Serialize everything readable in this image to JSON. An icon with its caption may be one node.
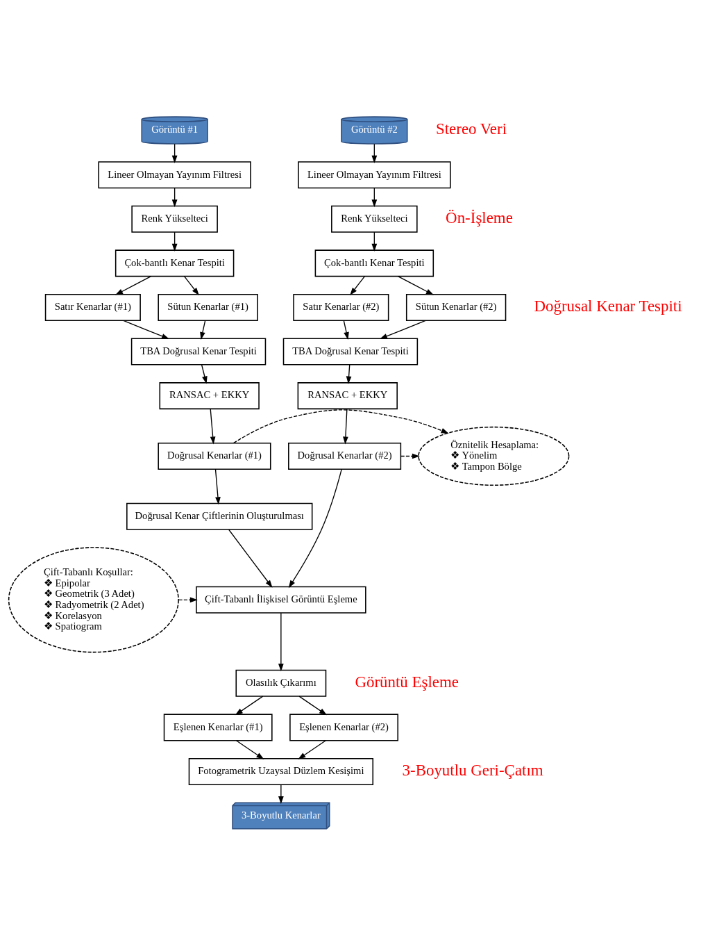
{
  "diagram": {
    "nodes": [
      {
        "text": [
          "Görüntü #1"
        ]
      },
      {
        "text": [
          "Görüntü #2"
        ]
      },
      {
        "text": [
          "Lineer Olmayan Yayınım Filtresi"
        ]
      },
      {
        "text": [
          "Renk Yükselteci"
        ]
      },
      {
        "text": [
          "Çok-bantlı Kenar Tespiti"
        ]
      },
      {
        "text": [
          "Satır Kenarlar (#1)"
        ]
      },
      {
        "text": [
          "Sütun Kenarlar (#1)"
        ]
      },
      {
        "text": [
          "TBA Doğrusal Kenar Tespiti"
        ]
      },
      {
        "text": [
          "RANSAC + EKKY"
        ]
      },
      {
        "text": [
          "Doğrusal Kenarlar (#1)"
        ]
      },
      {
        "text": [
          "Lineer Olmayan Yayınım Filtresi"
        ]
      },
      {
        "text": [
          "Renk Yükselteci"
        ]
      },
      {
        "text": [
          "Çok-bantlı Kenar Tespiti"
        ]
      },
      {
        "text": [
          "Satır Kenarlar (#2)"
        ]
      },
      {
        "text": [
          "Sütun Kenarlar (#2)"
        ]
      },
      {
        "text": [
          "TBA Doğrusal Kenar Tespiti"
        ]
      },
      {
        "text": [
          "RANSAC + EKKY"
        ]
      },
      {
        "text": [
          "Doğrusal Kenarlar (#2)"
        ]
      },
      {
        "text": [
          "Öznitelik Hesaplama:",
          "❖ Yönelim",
          "❖ Tampon Bölge"
        ]
      },
      {
        "text": [
          "Doğrusal Kenar Çiftlerinin Oluşturulması"
        ]
      },
      {
        "text": [
          "Çift-Tabanlı Koşullar:",
          "❖ Epipolar",
          "❖ Geometrik (3 Adet)",
          "❖ Radyometrik (2 Adet)",
          "❖ Korelasyon",
          "❖ Spatiogram"
        ]
      },
      {
        "text": [
          "Çift-Tabanlı İlişkisel Görüntü Eşleme"
        ]
      },
      {
        "text": [
          "Olasılık Çıkarımı"
        ]
      },
      {
        "text": [
          "Eşlenen Kenarlar (#1)"
        ]
      },
      {
        "text": [
          "Eşlenen Kenarlar (#2)"
        ]
      },
      {
        "text": [
          "Fotogrametrik Uzaysal Düzlem Kesişimi"
        ]
      },
      {
        "text": [
          "3-Boyutlu Kenarlar"
        ]
      }
    ],
    "edges": [
      {
        "from": 0,
        "to": 2,
        "arrow": "to"
      },
      {
        "from": 2,
        "to": 3,
        "arrow": "to"
      },
      {
        "from": 3,
        "to": 4,
        "arrow": "to"
      },
      {
        "from": 4,
        "to": 5,
        "arrow": "to"
      },
      {
        "from": 4,
        "to": 6,
        "arrow": "to"
      },
      {
        "from": 5,
        "to": 7,
        "arrow": "to"
      },
      {
        "from": 6,
        "to": 7,
        "arrow": "to"
      },
      {
        "from": 7,
        "to": 8,
        "arrow": "to"
      },
      {
        "from": 8,
        "to": 9,
        "arrow": "to"
      },
      {
        "from": 9,
        "to": 18,
        "arrow": "to",
        "style": "dashed"
      },
      {
        "from": 1,
        "to": 10,
        "arrow": "to"
      },
      {
        "from": 10,
        "to": 11,
        "arrow": "to"
      },
      {
        "from": 11,
        "to": 12,
        "arrow": "to"
      },
      {
        "from": 12,
        "to": 13,
        "arrow": "to"
      },
      {
        "from": 12,
        "to": 14,
        "arrow": "to"
      },
      {
        "from": 13,
        "to": 15,
        "arrow": "to"
      },
      {
        "from": 14,
        "to": 15,
        "arrow": "to"
      },
      {
        "from": 15,
        "to": 16,
        "arrow": "to"
      },
      {
        "from": 16,
        "to": 17,
        "arrow": "to"
      },
      {
        "from": 17,
        "to": 18,
        "arrow": "to",
        "style": "dashed"
      },
      {
        "from": 9,
        "to": 19,
        "arrow": "to"
      },
      {
        "from": 19,
        "to": 21,
        "arrow": "to"
      },
      {
        "from": 17,
        "to": 21,
        "arrow": "to"
      },
      {
        "from": 20,
        "to": 21,
        "arrow": "to",
        "style": "dashed"
      },
      {
        "from": 21,
        "to": 22,
        "arrow": "to"
      },
      {
        "from": 22,
        "to": 23,
        "arrow": "to"
      },
      {
        "from": 22,
        "to": 24,
        "arrow": "to"
      },
      {
        "from": 23,
        "to": 25,
        "arrow": "to"
      },
      {
        "from": 24,
        "to": 25,
        "arrow": "to"
      },
      {
        "from": 25,
        "to": 26,
        "arrow": "to"
      }
    ],
    "labels": [
      "Stereo Veri",
      "Ön-İşleme",
      "Doğrusal Kenar Tespiti",
      "Görüntü Eşleme",
      "3-Boyutlu Geri-Çatım"
    ]
  }
}
